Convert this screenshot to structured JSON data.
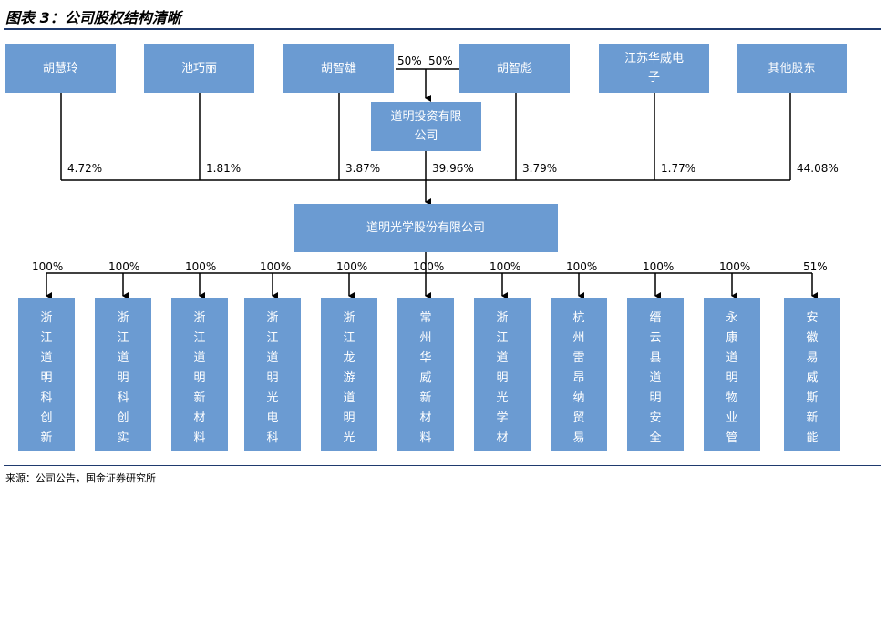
{
  "title": "图表 3：公司股权结构清晰",
  "top_holders": [
    "胡慧玲",
    "池巧丽",
    "胡智雄",
    "胡智彪",
    "江苏华威电子",
    "其他股东"
  ],
  "holder_pcts": [
    "4.72%",
    "1.81%",
    "3.87%",
    "39.96%",
    "3.79%",
    "1.77%",
    "44.08%"
  ],
  "daoming_split": [
    "50%",
    "50%"
  ],
  "daoming_investment": "道明投资有限公司",
  "parent": "道明光学股份有限公司",
  "subsidiaries": [
    {
      "name": "浙江道明科创新材料有限公司",
      "pct": "100%"
    },
    {
      "name": "浙江道明科创实业有限公司",
      "pct": "100%"
    },
    {
      "name": "浙江道明新材料有限公司",
      "pct": "100%"
    },
    {
      "name": "浙江道明光电科技有限公司",
      "pct": "100%"
    },
    {
      "name": "浙江龙游道明光学有限公司",
      "pct": "100%"
    },
    {
      "name": "常州华威新材料有限公司",
      "pct": "100%"
    },
    {
      "name": "浙江道明光学材料销售有限公司",
      "pct": "100%"
    },
    {
      "name": "杭州雷昂纳贸易有限公司",
      "pct": "100%"
    },
    {
      "name": "缙云县道明安全防护用品有限公司",
      "pct": "100%"
    },
    {
      "name": "永康道明物业管理有限公司",
      "pct": "100%"
    },
    {
      "name": "安徽易威斯新能源科技股份有限公司",
      "pct": "51%"
    }
  ],
  "source": "来源：公司公告，国金证券研究所",
  "colors": {
    "box": "#6b9bd2",
    "line": "#000000",
    "rule": "#1f3a6e"
  }
}
